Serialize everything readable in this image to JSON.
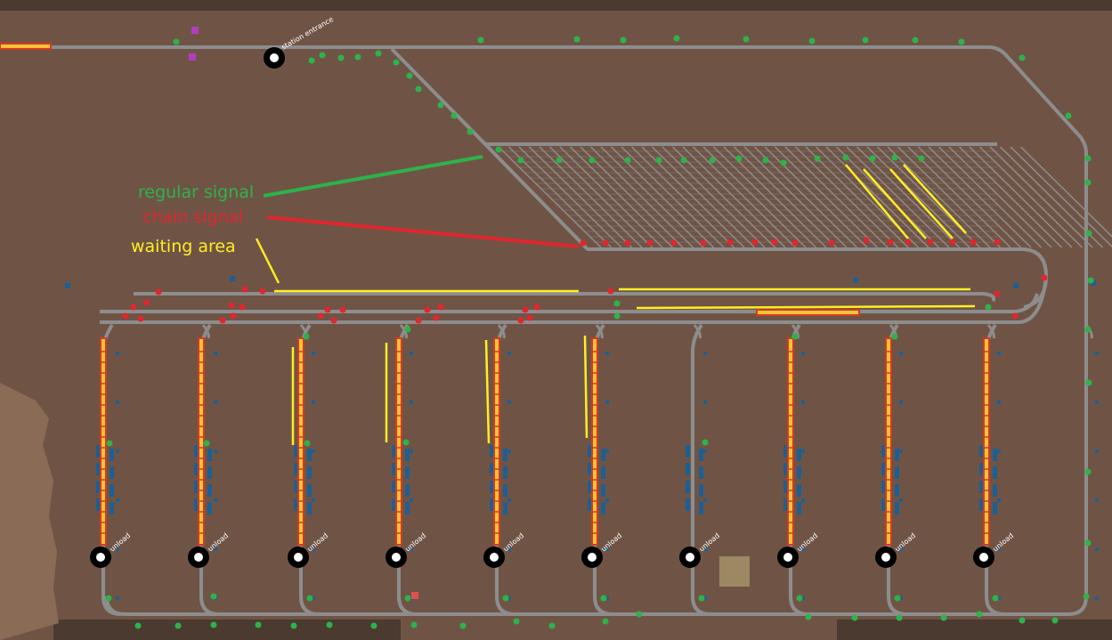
{
  "colors": {
    "ground": "#6f5446",
    "rail": "#8d8d8d",
    "regular_signal": "#2db34a",
    "chain_signal": "#e0262e",
    "waiting_area": "#ffee22",
    "train_body": "#f5c23a",
    "train_outline": "#d23b1f",
    "inserter_blue": "#1d5f93",
    "stop_ring": "#000000"
  },
  "legend": {
    "regular_signal": "regular signal",
    "chain_signal": "chain signal",
    "waiting_area": "waiting area"
  },
  "stations": {
    "entrance_label": "station entrance",
    "unload_label": "unload",
    "unload_count": 10
  },
  "icons": [
    "train-stop-icon",
    "rail-signal-icon",
    "chain-signal-icon",
    "train-icon"
  ]
}
